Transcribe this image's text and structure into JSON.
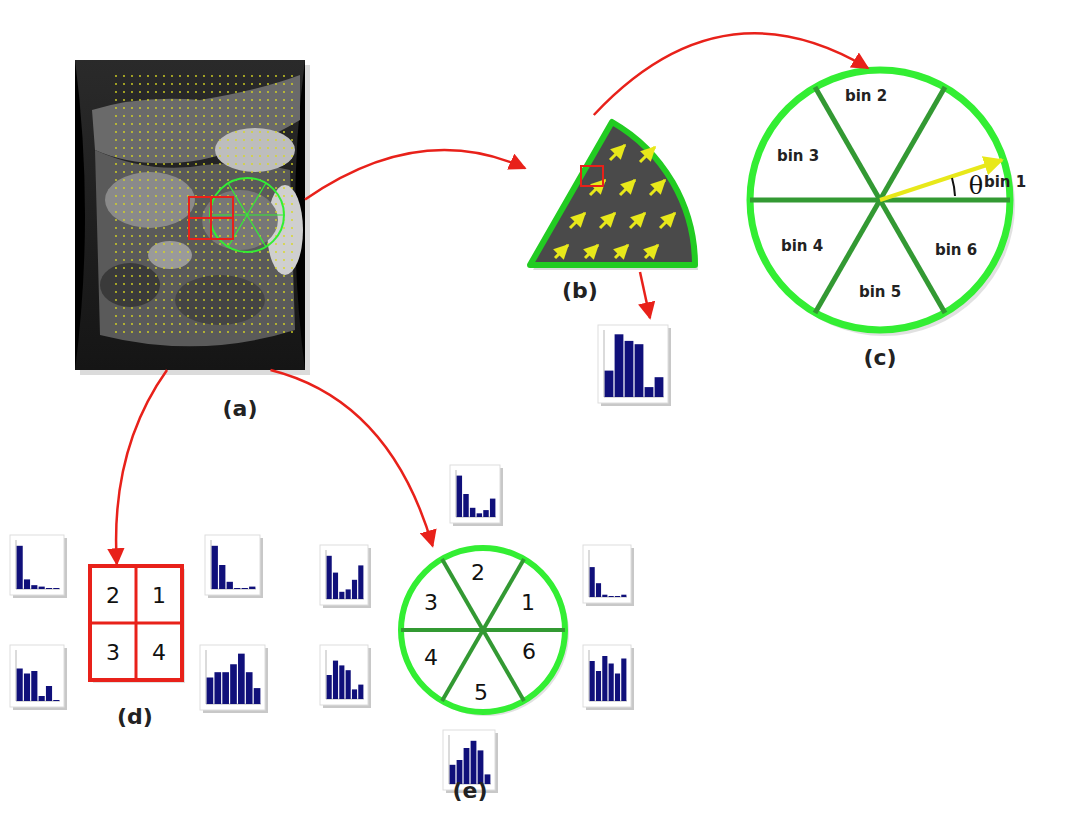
{
  "diagram": {
    "nodes": [
      {
        "text": [
          "(a)"
        ]
      },
      {
        "text": [
          "(b)"
        ]
      },
      {
        "text": [
          "(c)"
        ]
      },
      {
        "text": [
          "bin 1"
        ],
        "in": 2
      },
      {
        "text": [
          "bin 2"
        ],
        "in": 2
      },
      {
        "text": [
          "bin 3"
        ],
        "in": 2
      },
      {
        "text": [
          "bin 4"
        ],
        "in": 2
      },
      {
        "text": [
          "bin 5"
        ],
        "in": 2
      },
      {
        "text": [
          "bin 6"
        ],
        "in": 2
      },
      {
        "text": [
          "(d)"
        ]
      },
      {
        "text": [
          "2"
        ],
        "in": 9
      },
      {
        "text": [
          "1"
        ],
        "in": 9
      },
      {
        "text": [
          "3"
        ],
        "in": 9
      },
      {
        "text": [
          "4"
        ],
        "in": 9
      },
      {
        "text": [
          "(e)"
        ]
      },
      {
        "text": [
          "1"
        ],
        "in": 14
      },
      {
        "text": [
          "2"
        ],
        "in": 14
      },
      {
        "text": [
          "3"
        ],
        "in": 14
      },
      {
        "text": [
          "4"
        ],
        "in": 14
      },
      {
        "text": [
          "5"
        ],
        "in": 14
      },
      {
        "text": [
          "6"
        ],
        "in": 14
      }
    ],
    "edges": [
      {
        "from": 0,
        "to": 1,
        "arrow": "to"
      },
      {
        "from": 1,
        "to": 2,
        "arrow": "to"
      },
      {
        "from": 0,
        "to": 9,
        "arrow": "to"
      },
      {
        "from": 0,
        "to": 14,
        "arrow": "to"
      }
    ],
    "labels": [
      "θ"
    ]
  }
}
